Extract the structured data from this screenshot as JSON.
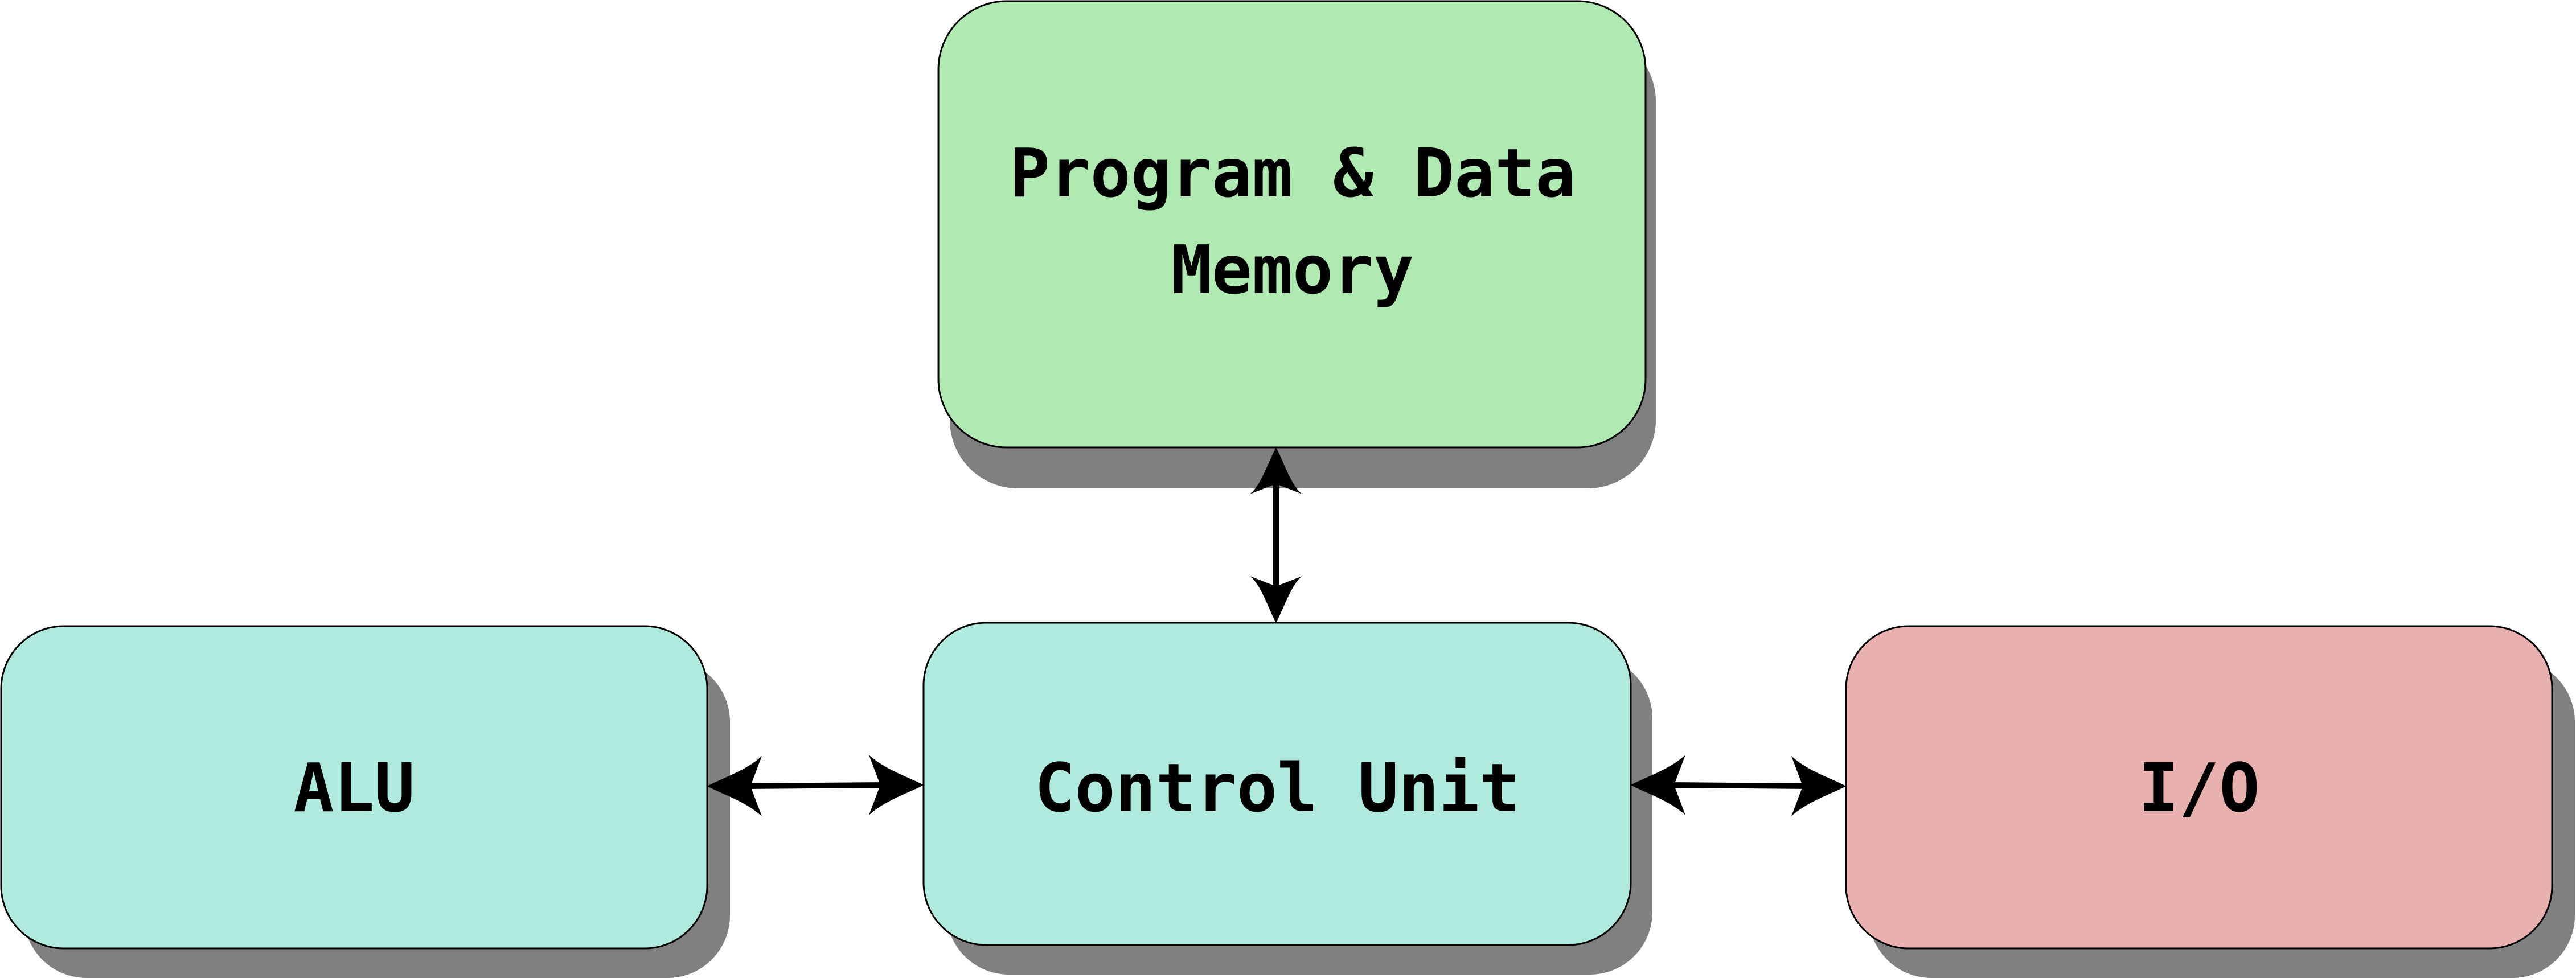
{
  "nodes": {
    "memory": {
      "lines": [
        "Program & Data",
        "Memory"
      ],
      "fill": "#b0e9b1"
    },
    "alu": {
      "label": "ALU",
      "fill": "#b0e9de"
    },
    "control_unit": {
      "label": "Control Unit",
      "fill": "#b0e9de"
    },
    "io": {
      "label": "I/O",
      "fill": "#e9b0b0"
    }
  },
  "colors": {
    "shadow": "#808080",
    "stroke": "#000000",
    "background": "#ffffff"
  },
  "edges": [
    {
      "from": "memory",
      "to": "control_unit",
      "arrows": "both"
    },
    {
      "from": "alu",
      "to": "control_unit",
      "arrows": "both"
    },
    {
      "from": "control_unit",
      "to": "io",
      "arrows": "both"
    }
  ]
}
